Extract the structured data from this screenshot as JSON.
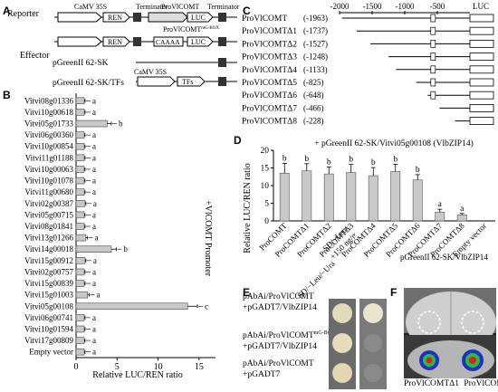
{
  "panels": {
    "A": {
      "letter": "A",
      "reporter_label": "Reporter",
      "effector_label": "Effector",
      "row1": {
        "promoter": "CaMV 35S",
        "gene1": "REN",
        "terminator1": "Terminator",
        "promoter2": "ProVlCOMT",
        "gene2": "LUC",
        "terminator2": "Terminator"
      },
      "row2": {
        "gene1": "REN",
        "motif": "CAAAA",
        "promoter2": "ProVlCOMT",
        "superscript": "mG-BOX",
        "gene2": "LUC"
      },
      "vector1": "pGreenII 62-SK",
      "vector2_promoter": "CaMV 35S",
      "vector2": "pGreenII 62-SK/TFs",
      "tf_box": "TFs"
    },
    "C": {
      "letter": "C",
      "ticks": [
        "-2000",
        "-1500",
        "-1000",
        "-500"
      ],
      "luc": "LUC",
      "constructs": [
        {
          "name": "ProVlCOMT",
          "pos": "(-1963)",
          "start": -1963,
          "box": true
        },
        {
          "name": "ProVlCOMTΔ1",
          "pos": "(-1737)",
          "start": -1737,
          "box": true
        },
        {
          "name": "ProVlCOMTΔ2",
          "pos": "(-1527)",
          "start": -1527,
          "box": true
        },
        {
          "name": "ProVlCOMTΔ3",
          "pos": "(-1248)",
          "start": -1248,
          "box": true
        },
        {
          "name": "ProVlCOMTΔ4",
          "pos": "(-1133)",
          "start": -1133,
          "box": true
        },
        {
          "name": "ProVlCOMTΔ5",
          "pos": "(-825)",
          "start": -825,
          "box": true
        },
        {
          "name": "ProVlCOMTΔ6",
          "pos": "(-648)",
          "start": -648,
          "box": true
        },
        {
          "name": "ProVlCOMTΔ7",
          "pos": "(-466)",
          "start": -466,
          "box": false
        },
        {
          "name": "ProVlCOMTΔ8",
          "pos": "(-228)",
          "start": -228,
          "box": false
        }
      ]
    },
    "E": {
      "letter": "E",
      "col1": "SD/−Leu/−Ura",
      "col2_line1": "SD/−Leu/−Ura",
      "col2_line2": "+150 ng/mL AbA",
      "rows": [
        {
          "line1": "pAbAi/ProVlCOMT",
          "line1_sup": "",
          "line2": "+pGADT7/VlbZIP14"
        },
        {
          "line1": "pAbAi/ProVlCOMT",
          "line1_sup": "mG-BOX",
          "line2": "+pGADT7/VlbZIP14"
        },
        {
          "line1": "pAbAi/ProVlCOMT",
          "line1_sup": "",
          "line2": "+pGADT7"
        }
      ]
    },
    "F": {
      "letter": "F",
      "left_label": "ProVlCOMTΔ1",
      "right_label": "ProVlCOMT"
    }
  },
  "chart_data": [
    {
      "panel": "B",
      "type": "bar",
      "orientation": "horizontal",
      "title": "",
      "xlabel": "Relative LUC/REN ratio",
      "ylabel": "",
      "side_label": "+VlCOMT Promoter",
      "xlim": [
        0,
        17
      ],
      "xticks": [
        0,
        5,
        10,
        15
      ],
      "categories": [
        "Vitvi08g01336",
        "Vitvi10g00618",
        "Vitvi05g01733",
        "Vitvi06g00360",
        "Vitvi10g00854",
        "Vitvi11g01188",
        "Vitvi10g00063",
        "Vitvi10g01078",
        "Vitvi11g00680",
        "Vitvi02g00387",
        "Vitvi05g00715",
        "Vitvi08g01841",
        "Vitvi13g01266",
        "Vitvi14g00018",
        "Vitvi15g00912",
        "Vitvi02g00757",
        "Vitvi15g00839",
        "Vitvi15g01003",
        "Vitvi05g00108",
        "Vitvi06g00741",
        "Vitvi10g01594",
        "Vitvi17g00809",
        "Empty vector"
      ],
      "values": [
        1.0,
        1.0,
        3.8,
        1.0,
        1.0,
        1.0,
        1.0,
        1.0,
        1.0,
        1.1,
        1.0,
        1.0,
        1.2,
        4.3,
        1.1,
        1.0,
        1.0,
        1.4,
        13.6,
        1.0,
        1.0,
        1.0,
        1.0
      ],
      "errors": [
        0.1,
        0.1,
        0.5,
        0.1,
        0.1,
        0.1,
        0.1,
        0.1,
        0.1,
        0.1,
        0.1,
        0.1,
        0.2,
        0.6,
        0.1,
        0.1,
        0.1,
        0.2,
        1.2,
        0.1,
        0.1,
        0.1,
        0.1
      ],
      "sig": [
        "a",
        "a",
        "b",
        "a",
        "a",
        "a",
        "a",
        "a",
        "a",
        "a",
        "a",
        "a",
        "a",
        "b",
        "a",
        "a",
        "a",
        "a",
        "c",
        "a",
        "a",
        "a",
        "a"
      ]
    },
    {
      "panel": "D",
      "type": "bar",
      "title": "+ pGreenII 62-SK/Vitvi05g00108 (VlbZIP14)",
      "xlabel": "",
      "ylabel": "Relative LUC/REN ratio",
      "footer": "pGreenII 62-SK/VlbZIP14",
      "ylim": [
        0,
        20
      ],
      "yticks": [
        0,
        5,
        10,
        15,
        20
      ],
      "categories": [
        "ProCOMT",
        "ProCOMTΔ1",
        "ProCOMTΔ2",
        "ProCOMTΔ3",
        "ProCOMTΔ4",
        "ProCOMTΔ5",
        "ProCOMTΔ6",
        "ProCOMTΔ7",
        "ProCOMTΔ8",
        "Empty vector"
      ],
      "values": [
        13.5,
        14.2,
        13.3,
        13.7,
        12.8,
        14.0,
        11.6,
        2.5,
        1.7
      ],
      "errors": [
        2.8,
        2.0,
        2.0,
        2.3,
        2.3,
        2.0,
        1.5,
        0.8,
        0.4
      ],
      "sig": [
        "b",
        "b",
        "b",
        "b",
        "b",
        "b",
        "b",
        "a",
        "a"
      ]
    }
  ]
}
